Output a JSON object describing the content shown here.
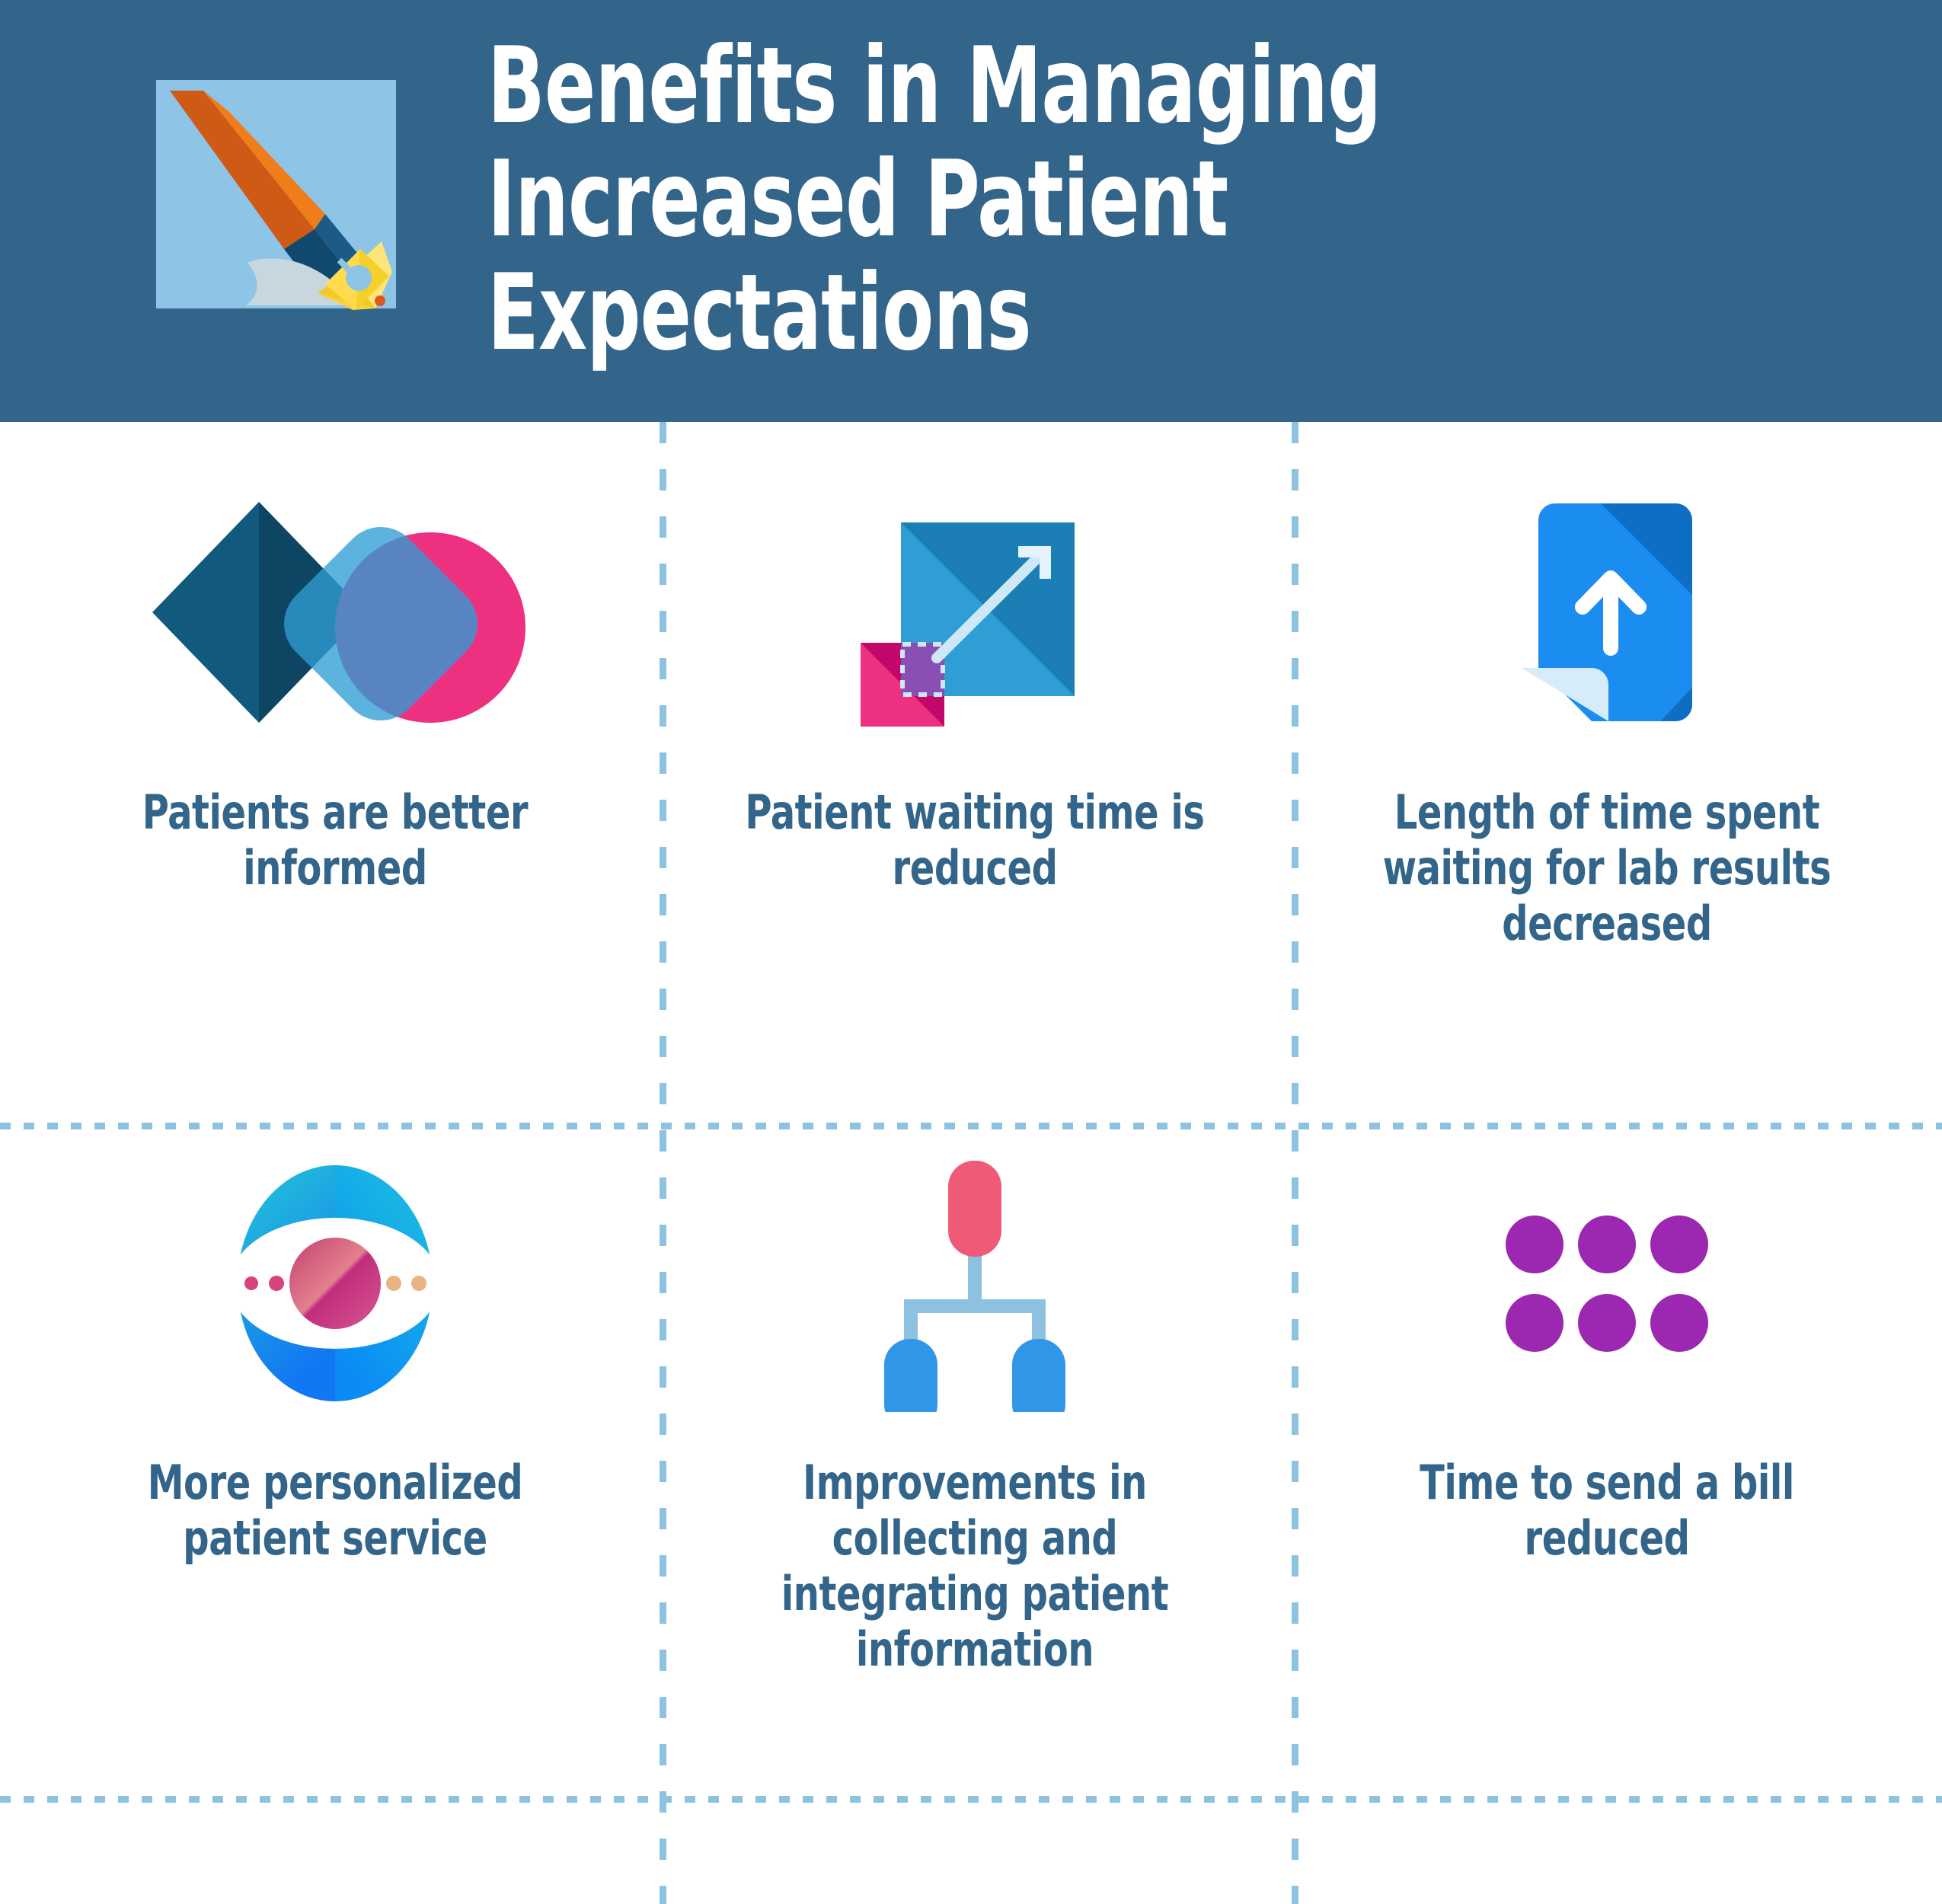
{
  "header": {
    "title": "Benefits in Managing\nIncreased Patient\nExpectations",
    "background_color": "#33658a",
    "title_color": "#ffffff",
    "icon": "fountain-pen-icon"
  },
  "theme": {
    "accent_blue": "#33658a",
    "caption_color": "#33658a",
    "divider_color": "#8dc2e0",
    "page_background": "#ffffff"
  },
  "grid": {
    "columns": 3,
    "rows": 2,
    "cells": [
      {
        "id": "patients-better-informed",
        "icon": "overlapping-diamonds-circle-icon",
        "caption": "Patients are better informed"
      },
      {
        "id": "waiting-time-reduced",
        "icon": "expand-arrow-square-icon",
        "caption": "Patient waiting time is reduced"
      },
      {
        "id": "lab-results-wait-decreased",
        "icon": "document-upload-arrow-icon",
        "caption": "Length of time spent waiting for lab results decreased"
      },
      {
        "id": "personalized-service",
        "icon": "eye-icon",
        "caption": "More personalized patient service"
      },
      {
        "id": "collecting-integrating-info",
        "icon": "hierarchy-tree-icon",
        "caption": "Improvements in collecting and integrating patient information"
      },
      {
        "id": "bill-time-reduced",
        "icon": "six-dots-grid-icon",
        "caption": "Time to send a bill reduced"
      }
    ]
  }
}
